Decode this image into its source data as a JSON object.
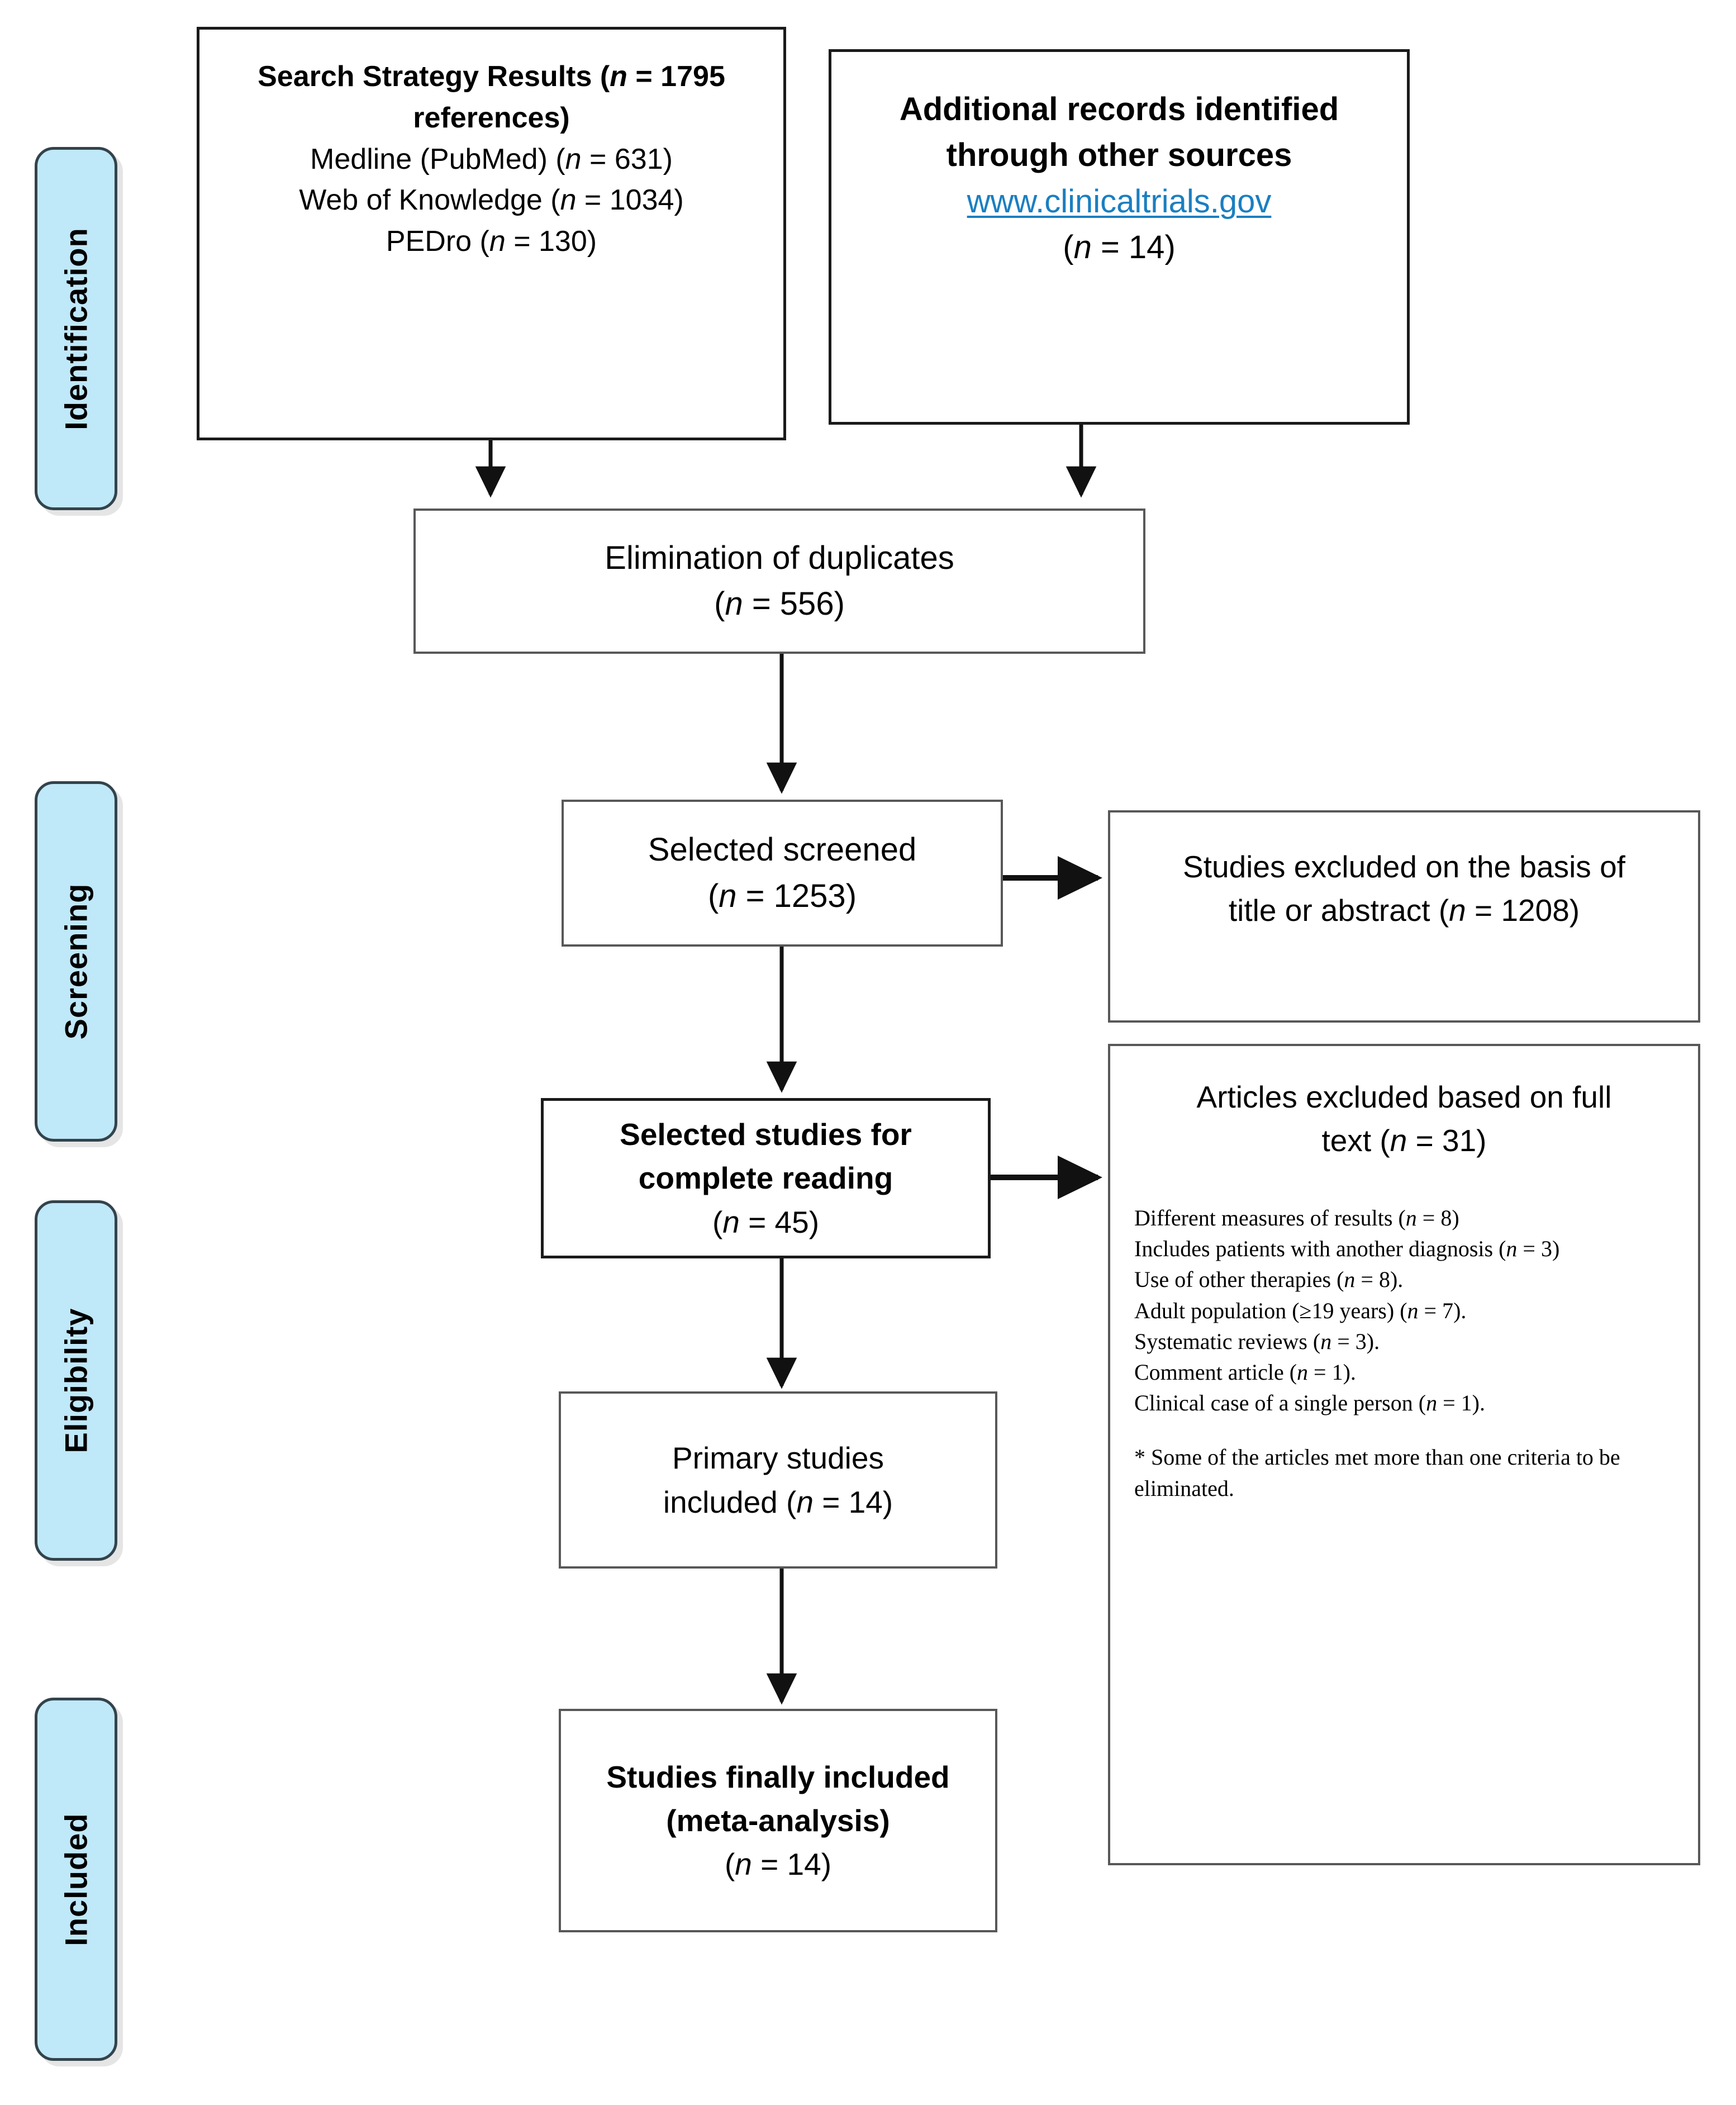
{
  "figure": {
    "type": "prisma-flow-diagram",
    "accent_color": "#bfe8f9",
    "border_color": "#1a1a1a",
    "link_color": "#1a7fc1"
  },
  "stages": [
    {
      "label": "Identification"
    },
    {
      "label": "Screening"
    },
    {
      "label": "Eligibility"
    },
    {
      "label": "Included"
    }
  ],
  "boxes": {
    "search_strategy": {
      "lines": [
        "Search Strategy Results (n = 1795",
        "references)",
        "Medline (PubMed) (n = 631)",
        "Web of Knowledge (n = 1034)",
        "PEDro (n = 130)"
      ],
      "title": "Search Strategy Results",
      "total_n": 1795,
      "sources": [
        {
          "name": "Medline (PubMed)",
          "n": 631
        },
        {
          "name": "Web of Knowledge",
          "n": 1034
        },
        {
          "name": "PEDro",
          "n": 130
        }
      ]
    },
    "additional_records": {
      "line1": "Additional records identified",
      "line2": "through other sources",
      "url": "www.clinicaltrials.gov",
      "count": "(n = 14)",
      "n": 14
    },
    "duplicates": {
      "line1": "Elimination of duplicates",
      "count": "(n = 556)",
      "n": 556
    },
    "selected_screened": {
      "line1": "Selected screened",
      "count": "(n = 1253)",
      "n": 1253
    },
    "excluded_title_abstract": {
      "line1": "Studies excluded on the basis of",
      "line2": "title or abstract (n = 1208)",
      "n": 1208
    },
    "selected_complete_reading": {
      "line1": "Selected studies for",
      "line2": "complete reading",
      "count": "(n = 45)",
      "n": 45
    },
    "excluded_full_text": {
      "line1": "Articles excluded based on full",
      "line2": "text (n = 31)",
      "n": 31,
      "reasons": [
        "Different measures of results (n = 8)",
        "Includes patients with another diagnosis (n = 3)",
        "Use of other therapies (n = 8).",
        "Adult population (≥19 years) (n = 7).",
        "Systematic reviews (n = 3).",
        "Comment article (n = 1).",
        "Clinical case of a single person (n = 1)."
      ],
      "footnote": "* Some of the articles met more than one criteria to be eliminated."
    },
    "primary_studies": {
      "line1": "Primary studies",
      "line2": "included (n = 14)",
      "n": 14
    },
    "final_included": {
      "line1": "Studies finally included",
      "line2": "(meta-analysis)",
      "count": "(n = 14)",
      "n": 14
    }
  }
}
